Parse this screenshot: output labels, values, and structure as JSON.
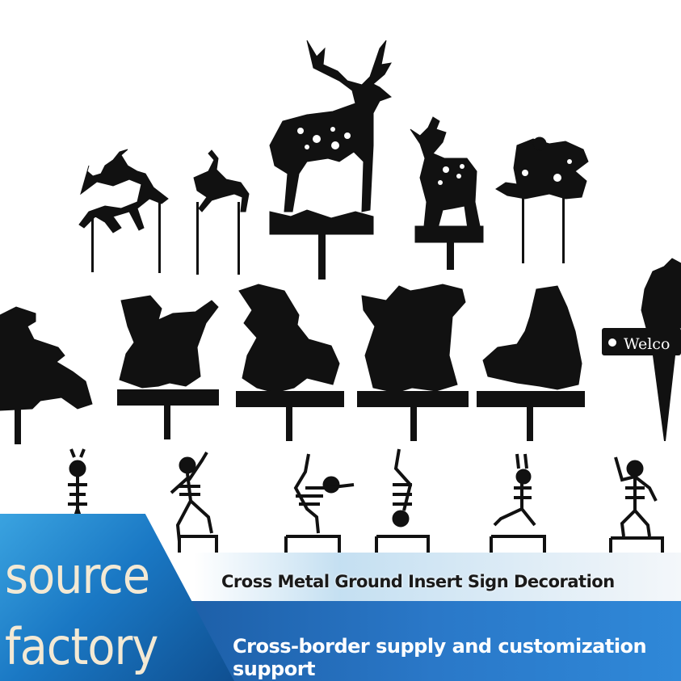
{
  "header": {
    "title": "source factory"
  },
  "banner": {
    "line1": "source",
    "line2": "factory",
    "subtitle": "Cross Metal Ground Insert Sign Decoration",
    "tagline": "Cross-border supply and customization support"
  },
  "sign": {
    "text": "Welco"
  },
  "colors": {
    "silhouette": "#111111",
    "accent_blue": "#1a78c4",
    "text_cream": "#f3e9d4"
  }
}
